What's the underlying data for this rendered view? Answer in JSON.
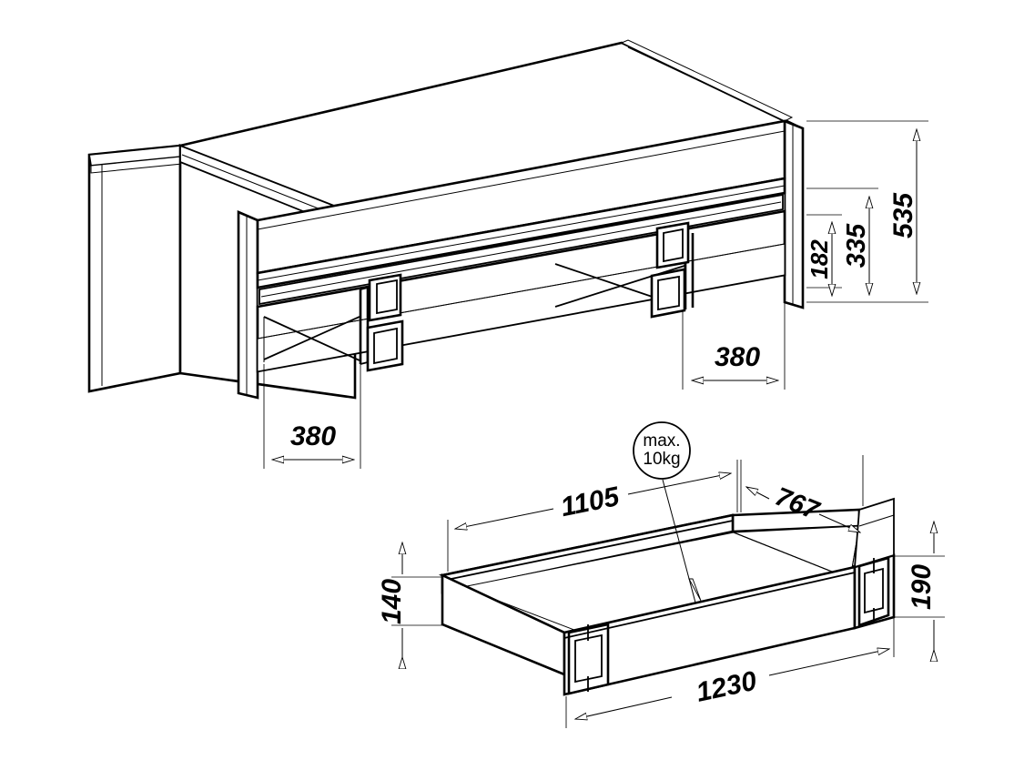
{
  "document": {
    "type": "technical-assembly-drawing",
    "subject": "Single bed with underbed storage drawer",
    "units": "mm",
    "background_color": "#ffffff",
    "line_color": "#000000"
  },
  "views": [
    {
      "id": "bed-frame-view",
      "name": "Bed frame isometric view",
      "description": "Isometric view of bed frame with headboard, footboard, side rails and slat supports"
    },
    {
      "id": "drawer-view",
      "name": "Underbed drawer isometric view",
      "description": "Isometric view of the pull-out underbed storage drawer box"
    }
  ],
  "dimensions": {
    "bed": {
      "height_total": "535",
      "height_upper_rail": "335",
      "height_lower_rail": "182",
      "leg_inset_left": "380",
      "leg_inset_right": "380"
    },
    "drawer": {
      "inner_length": "1105",
      "inner_width": "767",
      "side_height": "140",
      "front_height": "190",
      "overall_length": "1230"
    }
  },
  "annotations": {
    "load_limit": {
      "line1": "max.",
      "line2": "10kg",
      "shape": "circle-callout"
    }
  },
  "labels": {
    "d535": "535",
    "d335": "335",
    "d182": "182",
    "d380_left": "380",
    "d380_right": "380",
    "d1105": "1105",
    "d767": "767",
    "d140": "140",
    "d190": "190",
    "d1230": "1230",
    "kg_line1": "max.",
    "kg_line2": "10kg"
  }
}
